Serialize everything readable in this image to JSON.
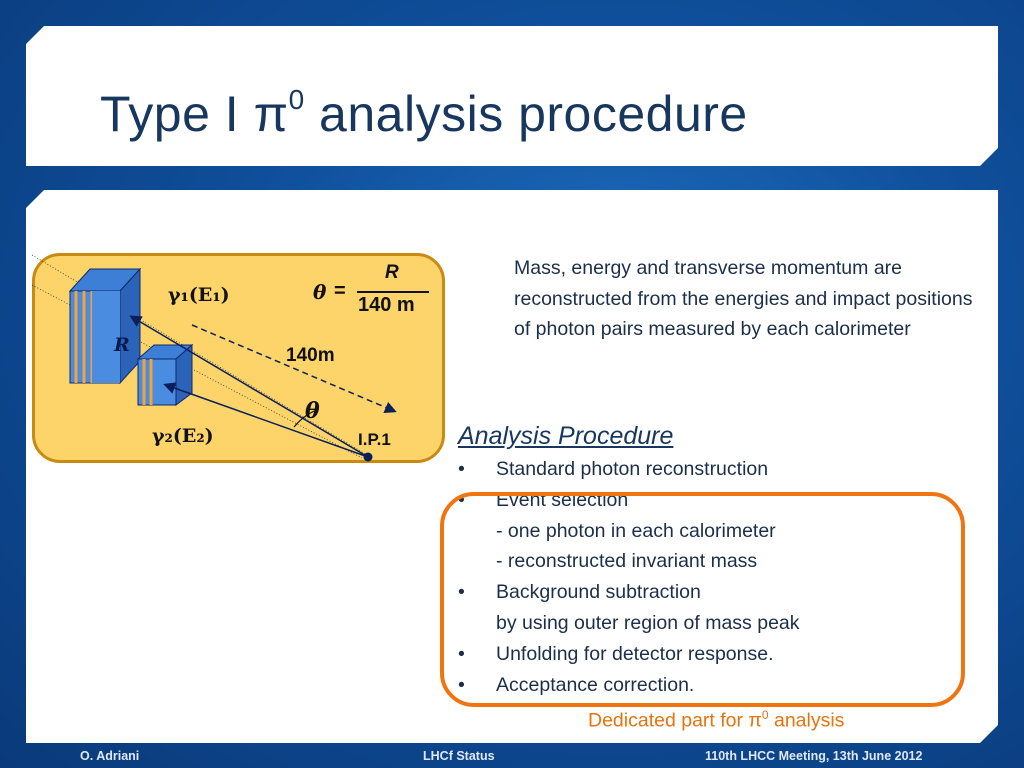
{
  "slide": {
    "title_main": "Type I π",
    "title_sup": "0",
    "title_rest": " analysis procedure"
  },
  "diagram": {
    "gamma1": "γ₁(E₁)",
    "gamma2": "γ₂(E₂)",
    "r_label": "R",
    "distance": "140m",
    "theta": "θ",
    "ip_label": "I.P.1",
    "formula_theta": "θ",
    "formula_eq": "=",
    "formula_numerator": "R",
    "formula_denominator": "140 m"
  },
  "description": "Mass, energy and transverse momentum are reconstructed from the energies and impact positions of photon pairs measured by each calorimeter",
  "procedure": {
    "heading": "Analysis Procedure ",
    "lines": [
      {
        "bullet": "•",
        "text": "Standard photon reconstruction"
      },
      {
        "bullet": "•",
        "text": "Event selection"
      },
      {
        "bullet": "",
        "text": "- one photon in each calorimeter"
      },
      {
        "bullet": "",
        "text": "- reconstructed invariant mass"
      },
      {
        "bullet": "•",
        "text": "Background subtraction"
      },
      {
        "bullet": "",
        "text": "by using outer region of mass peak"
      },
      {
        "bullet": "•",
        "text": "Unfolding for detector response."
      },
      {
        "bullet": "•",
        "text": "Acceptance correction."
      }
    ]
  },
  "highlight": {
    "note_main": "Dedicated part for π",
    "note_sup": "0",
    "note_rest": " analysis",
    "color": "#f07410"
  },
  "footer": {
    "author": "O. Adriani",
    "center": "LHCf Status",
    "right": "110th LHCC Meeting, 13th June 2012"
  },
  "colors": {
    "background": "#0f4e9a",
    "title": "#17375e",
    "diagram_fill": "#fcd46a",
    "diagram_border": "#c98a12"
  }
}
